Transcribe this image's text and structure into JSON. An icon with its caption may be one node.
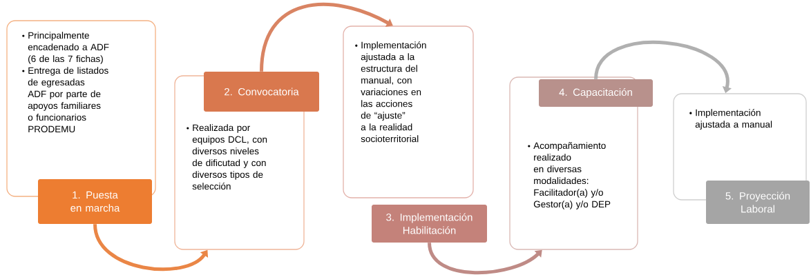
{
  "diagram": {
    "nodes": [
      {
        "text": [
          "Principalmente encadenado a ADF (6 de las 7 fichas)",
          "Entrega de listados de egresadas ADF por parte de apoyos familiares o funcionarios PRODEMU"
        ]
      },
      {
        "text": [
          "1. Puesta en marcha"
        ]
      },
      {
        "text": [
          "Realizada por equipos DCL, con diversos niveles de dificutad y con diversos tipos de selección"
        ]
      },
      {
        "text": [
          "2. Convocatoria"
        ]
      },
      {
        "text": [
          "Implementación ajustada a la estructura del manual, con variaciones en las acciones de “ajuste” a la realidad socioterritorial"
        ]
      },
      {
        "text": [
          "3. Implementación Habilitación"
        ]
      },
      {
        "text": [
          "Acompañamiento realizado en diversas modalidades: Facilitador(a) y/o Gestor(a) y/o DEP"
        ]
      },
      {
        "text": [
          "4. Capacitación"
        ]
      },
      {
        "text": [
          "Implementación ajustada a manual"
        ]
      },
      {
        "text": [
          "5. Proyección Laboral"
        ]
      }
    ],
    "edges": [
      {
        "from": 1,
        "to": 2,
        "arrow": "to",
        "color": "#ea8646"
      },
      {
        "from": 3,
        "to": 4,
        "arrow": "to",
        "color": "#d98463"
      },
      {
        "from": 5,
        "to": 6,
        "arrow": "to",
        "color": "#bf8b86"
      },
      {
        "from": 7,
        "to": 8,
        "arrow": "to",
        "color": "#b0b0b0"
      }
    ]
  }
}
